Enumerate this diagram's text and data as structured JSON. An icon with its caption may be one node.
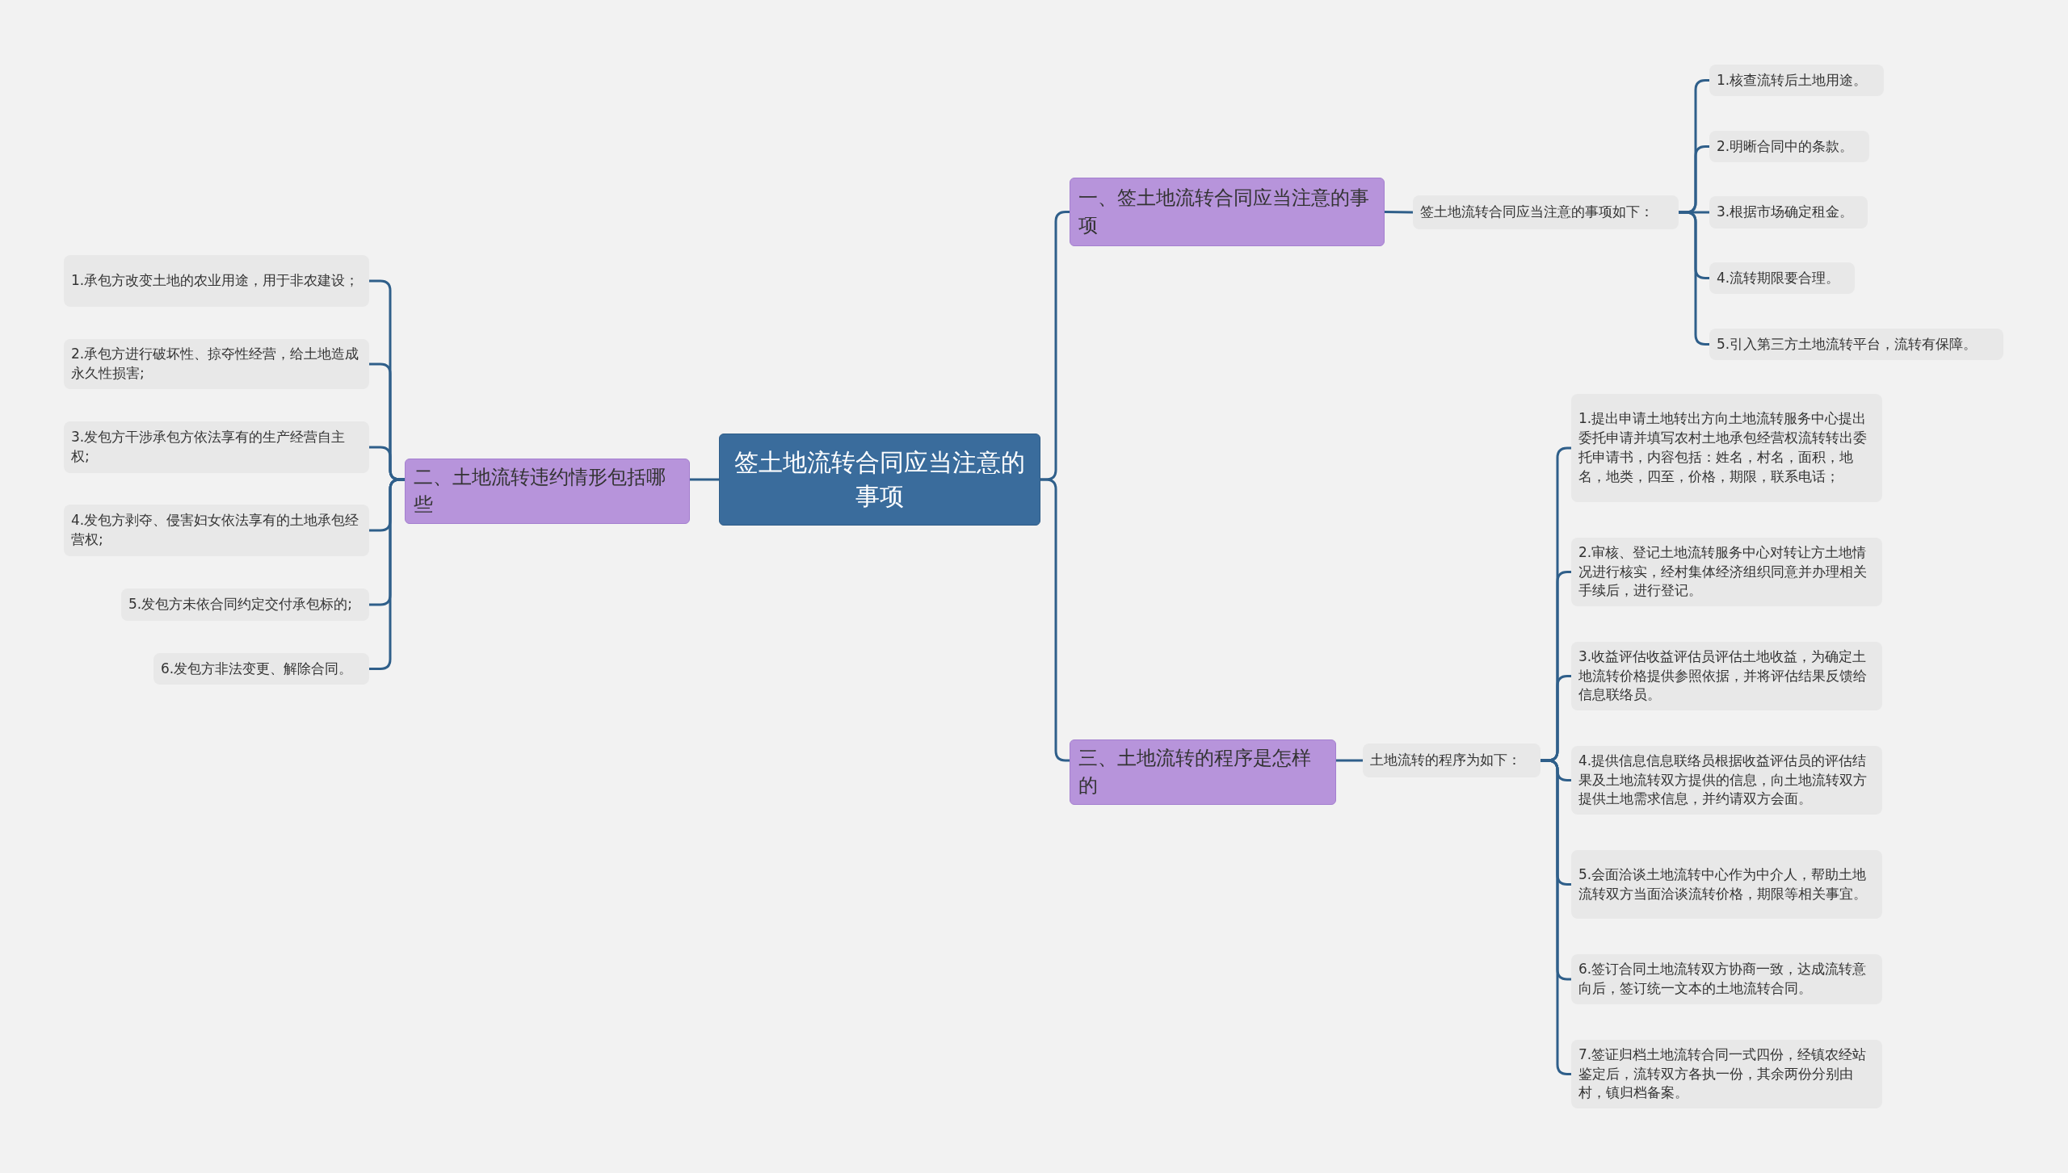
{
  "diagram": {
    "nodes": [
      {
        "text": [
          "签土地流转合同应当注意的事项"
        ]
      },
      {
        "text": [
          "一、签土地流转合同应当注意的事项"
        ]
      },
      {
        "text": [
          "签土地流转合同应当注意的事项如下："
        ]
      },
      {
        "text": [
          "1.核查流转后土地用途。"
        ]
      },
      {
        "text": [
          "2.明晰合同中的条款。"
        ]
      },
      {
        "text": [
          "3.根据市场确定租金。"
        ]
      },
      {
        "text": [
          "4.流转期限要合理。"
        ]
      },
      {
        "text": [
          "5.引入第三方土地流转平台，流转有保障。"
        ]
      },
      {
        "text": [
          "二、土地流转违约情形包括哪些"
        ]
      },
      {
        "text": [
          "1.承包方改变土地的农业用途，用于非农建设；"
        ]
      },
      {
        "text": [
          "2.承包方进行破坏性、掠夺性经营，给土地造成永久性损害;"
        ]
      },
      {
        "text": [
          "3.发包方干涉承包方依法享有的生产经营自主权;"
        ]
      },
      {
        "text": [
          "4.发包方剥夺、侵害妇女依法享有的土地承包经营权;"
        ]
      },
      {
        "text": [
          "5.发包方未依合同约定交付承包标的;"
        ]
      },
      {
        "text": [
          "6.发包方非法变更、解除合同。"
        ]
      },
      {
        "text": [
          "三、土地流转的程序是怎样的"
        ]
      },
      {
        "text": [
          "土地流转的程序为如下："
        ]
      },
      {
        "text": [
          "1.提出申请土地转出方向土地流转服务中心提出委托申请并填写农村土地承包经营权流转转出委托申请书，内容包括：姓名，村名，面积，地名，地类，四至，价格，期限，联系电话；"
        ]
      },
      {
        "text": [
          "2.审核、登记土地流转服务中心对转让方土地情况进行核实，经村集体经济组织同意并办理相关手续后，进行登记。"
        ]
      },
      {
        "text": [
          "3.收益评估收益评估员评估土地收益，为确定土地流转价格提供参照依据，并将评估结果反馈给信息联络员。"
        ]
      },
      {
        "text": [
          "4.提供信息信息联络员根据收益评估员的评估结果及土地流转双方提供的信息，向土地流转双方提供土地需求信息，并约请双方会面。"
        ]
      },
      {
        "text": [
          "5.会面洽谈土地流转中心作为中介人，帮助土地流转双方当面洽谈流转价格，期限等相关事宜。"
        ]
      },
      {
        "text": [
          "6.签订合同土地流转双方协商一致，达成流转意向后，签订统一文本的土地流转合同。"
        ]
      },
      {
        "text": [
          "7.签证归档土地流转合同一式四份，经镇农经站鉴定后，流转双方各执一份，其余两份分别由村，镇归档备案。"
        ]
      }
    ],
    "edges": [
      {
        "from": 0,
        "to": 1,
        "arrow": "none"
      },
      {
        "from": 0,
        "to": 8,
        "arrow": "none"
      },
      {
        "from": 0,
        "to": 15,
        "arrow": "none"
      },
      {
        "from": 1,
        "to": 2,
        "arrow": "none"
      },
      {
        "from": 2,
        "to": 3,
        "arrow": "none"
      },
      {
        "from": 2,
        "to": 4,
        "arrow": "none"
      },
      {
        "from": 2,
        "to": 5,
        "arrow": "none"
      },
      {
        "from": 2,
        "to": 6,
        "arrow": "none"
      },
      {
        "from": 2,
        "to": 7,
        "arrow": "none"
      },
      {
        "from": 8,
        "to": 9,
        "arrow": "none"
      },
      {
        "from": 8,
        "to": 10,
        "arrow": "none"
      },
      {
        "from": 8,
        "to": 11,
        "arrow": "none"
      },
      {
        "from": 8,
        "to": 12,
        "arrow": "none"
      },
      {
        "from": 8,
        "to": 13,
        "arrow": "none"
      },
      {
        "from": 8,
        "to": 14,
        "arrow": "none"
      },
      {
        "from": 15,
        "to": 16,
        "arrow": "none"
      },
      {
        "from": 16,
        "to": 17,
        "arrow": "none"
      },
      {
        "from": 16,
        "to": 18,
        "arrow": "none"
      },
      {
        "from": 16,
        "to": 19,
        "arrow": "none"
      },
      {
        "from": 16,
        "to": 20,
        "arrow": "none"
      },
      {
        "from": 16,
        "to": 21,
        "arrow": "none"
      },
      {
        "from": 16,
        "to": 22,
        "arrow": "none"
      },
      {
        "from": 16,
        "to": 23,
        "arrow": "none"
      }
    ]
  }
}
